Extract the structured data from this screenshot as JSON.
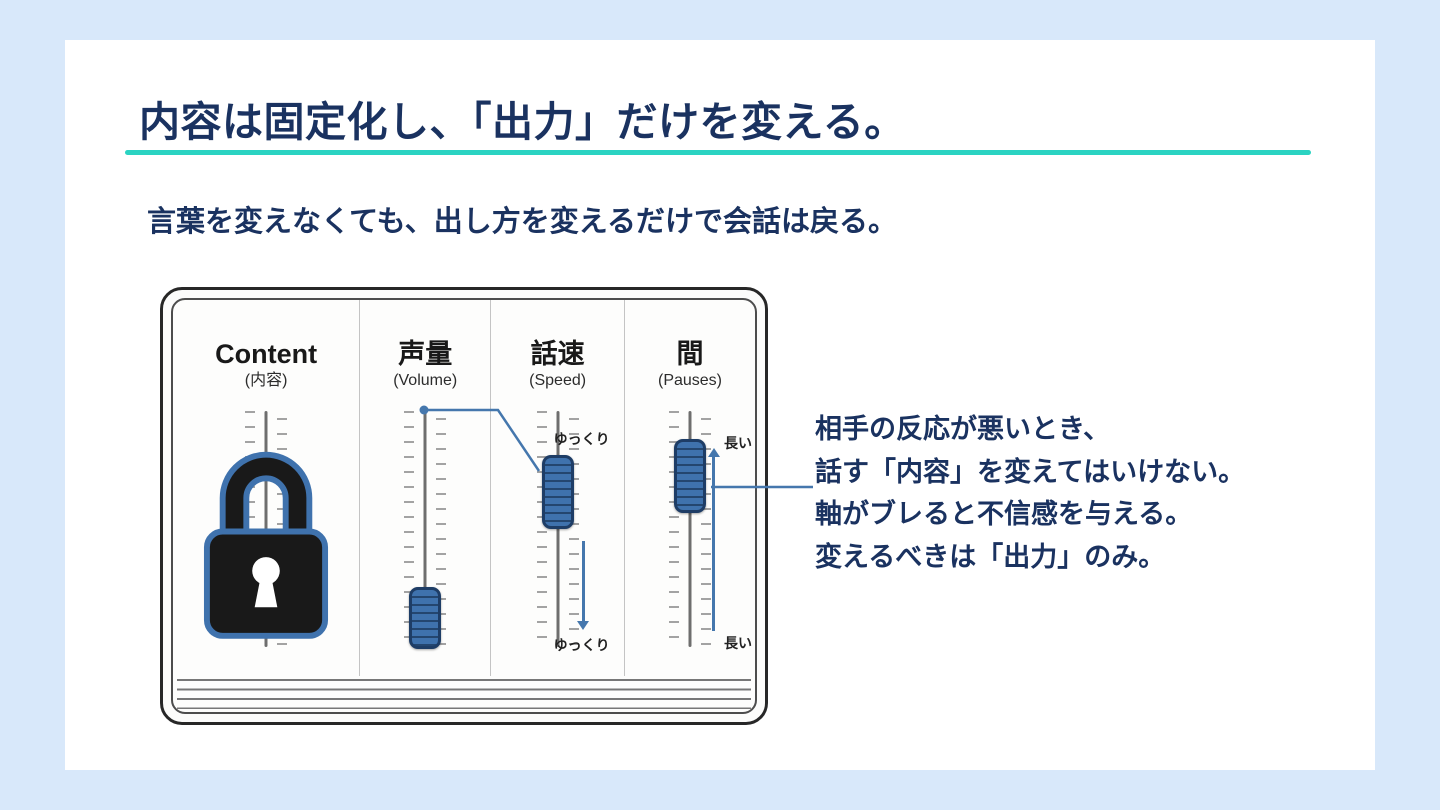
{
  "slide": {
    "title": "内容は固定化し、「出力」だけを変える。",
    "subtitle": "言葉を変えなくても、出し方を変えるだけで会話は戻る。"
  },
  "mixer": {
    "columns": [
      {
        "label": "Content",
        "sublabel": "(内容)"
      },
      {
        "label": "声量",
        "sublabel": "(Volume)"
      },
      {
        "label": "話速",
        "sublabel": "(Speed)",
        "top_label": "ゆっくり",
        "bottom_label": "ゆっくり"
      },
      {
        "label": "間",
        "sublabel": "(Pauses)",
        "top_label": "長い",
        "bottom_label": "長い"
      }
    ]
  },
  "annotation": {
    "lines": [
      "相手の反応が悪いとき、",
      "話す「内容」を変えてはいけない。",
      "軸がブレると不信感を与える。",
      "変えるべきは「出力」のみ。"
    ]
  },
  "colors": {
    "background": "#d8e8fa",
    "card": "#ffffff",
    "heading": "#1a3260",
    "accent": "#2bd3c2",
    "slider_blue": "#3f72ad",
    "connector_blue": "#4577ad"
  }
}
